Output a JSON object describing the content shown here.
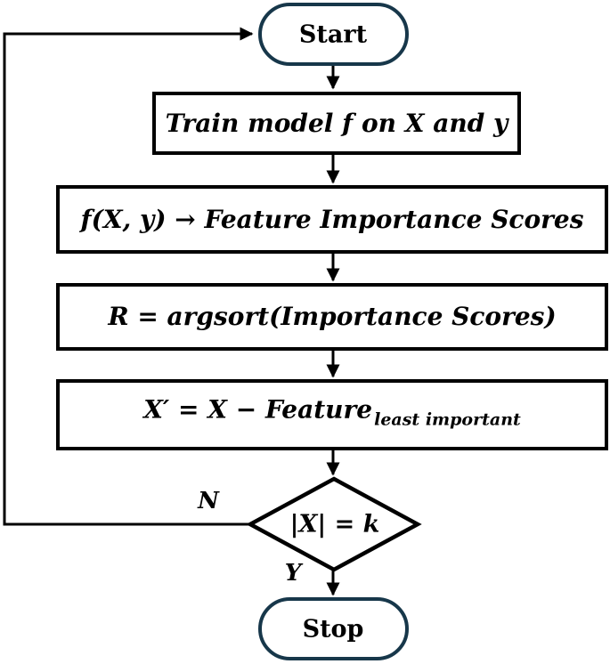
{
  "diagram": {
    "type": "flowchart",
    "colors": {
      "background": "#ffffff",
      "terminator_border": "#17374a",
      "process_border": "#000000",
      "line": "#000000",
      "text": "#000000"
    },
    "nodes": {
      "start": {
        "shape": "terminator",
        "label": "Start"
      },
      "train": {
        "shape": "process",
        "label": "Train model f on X and y"
      },
      "importance": {
        "shape": "process",
        "label": "f(X, y) → Feature Importance Scores"
      },
      "argsort": {
        "shape": "process",
        "label": "R = argsort(Importance Scores)"
      },
      "remove": {
        "shape": "process",
        "label_main": "X′ = X − Feature",
        "label_sub": "least important"
      },
      "decision": {
        "shape": "diamond",
        "label": "|X| = k"
      },
      "stop": {
        "shape": "terminator",
        "label": "Stop"
      }
    },
    "edges": {
      "decision_no_label": "N",
      "decision_yes_label": "Y"
    }
  }
}
